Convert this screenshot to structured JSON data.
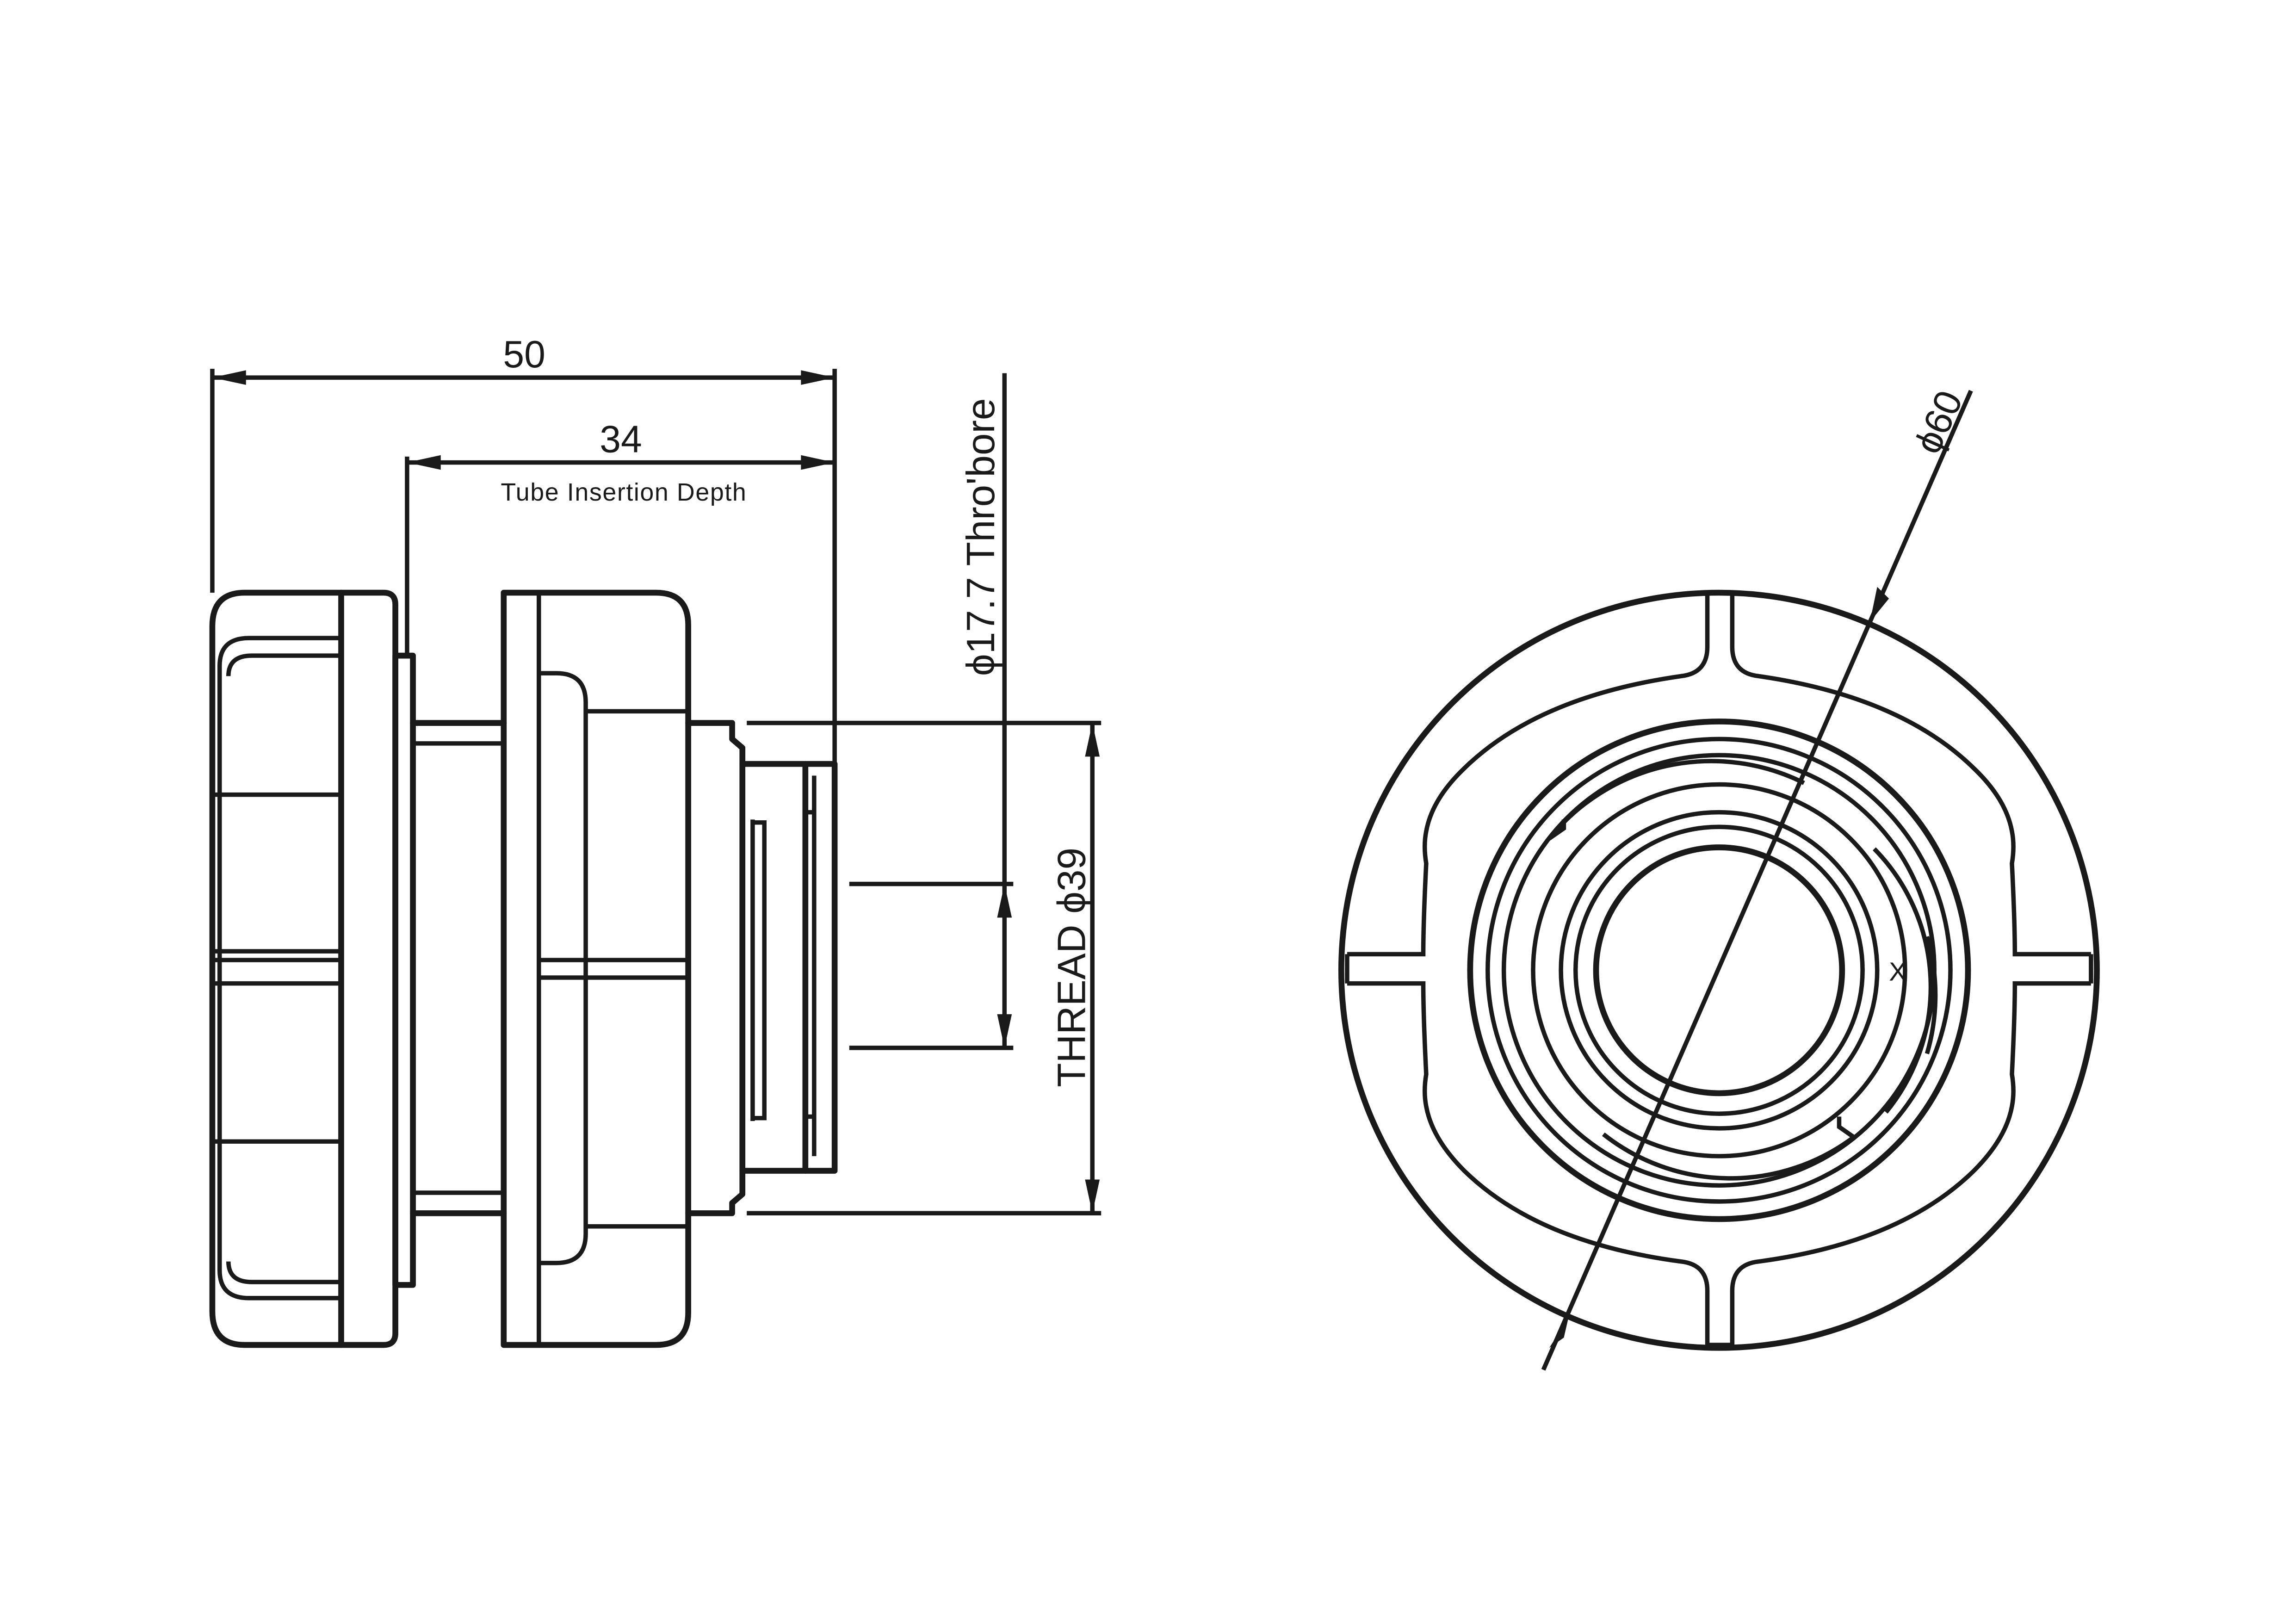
{
  "dimensions": {
    "overall_length": "50",
    "tube_insertion_value": "34",
    "tube_insertion_label": "Tube Insertion Depth",
    "bore": "ϕ17.7 Thro'bore",
    "thread": "THREAD ϕ39",
    "outer_diameter": "ϕ60"
  },
  "marks": {
    "cross": "X"
  },
  "colors": {
    "line": "#1a1a1a",
    "background": "#ffffff"
  }
}
